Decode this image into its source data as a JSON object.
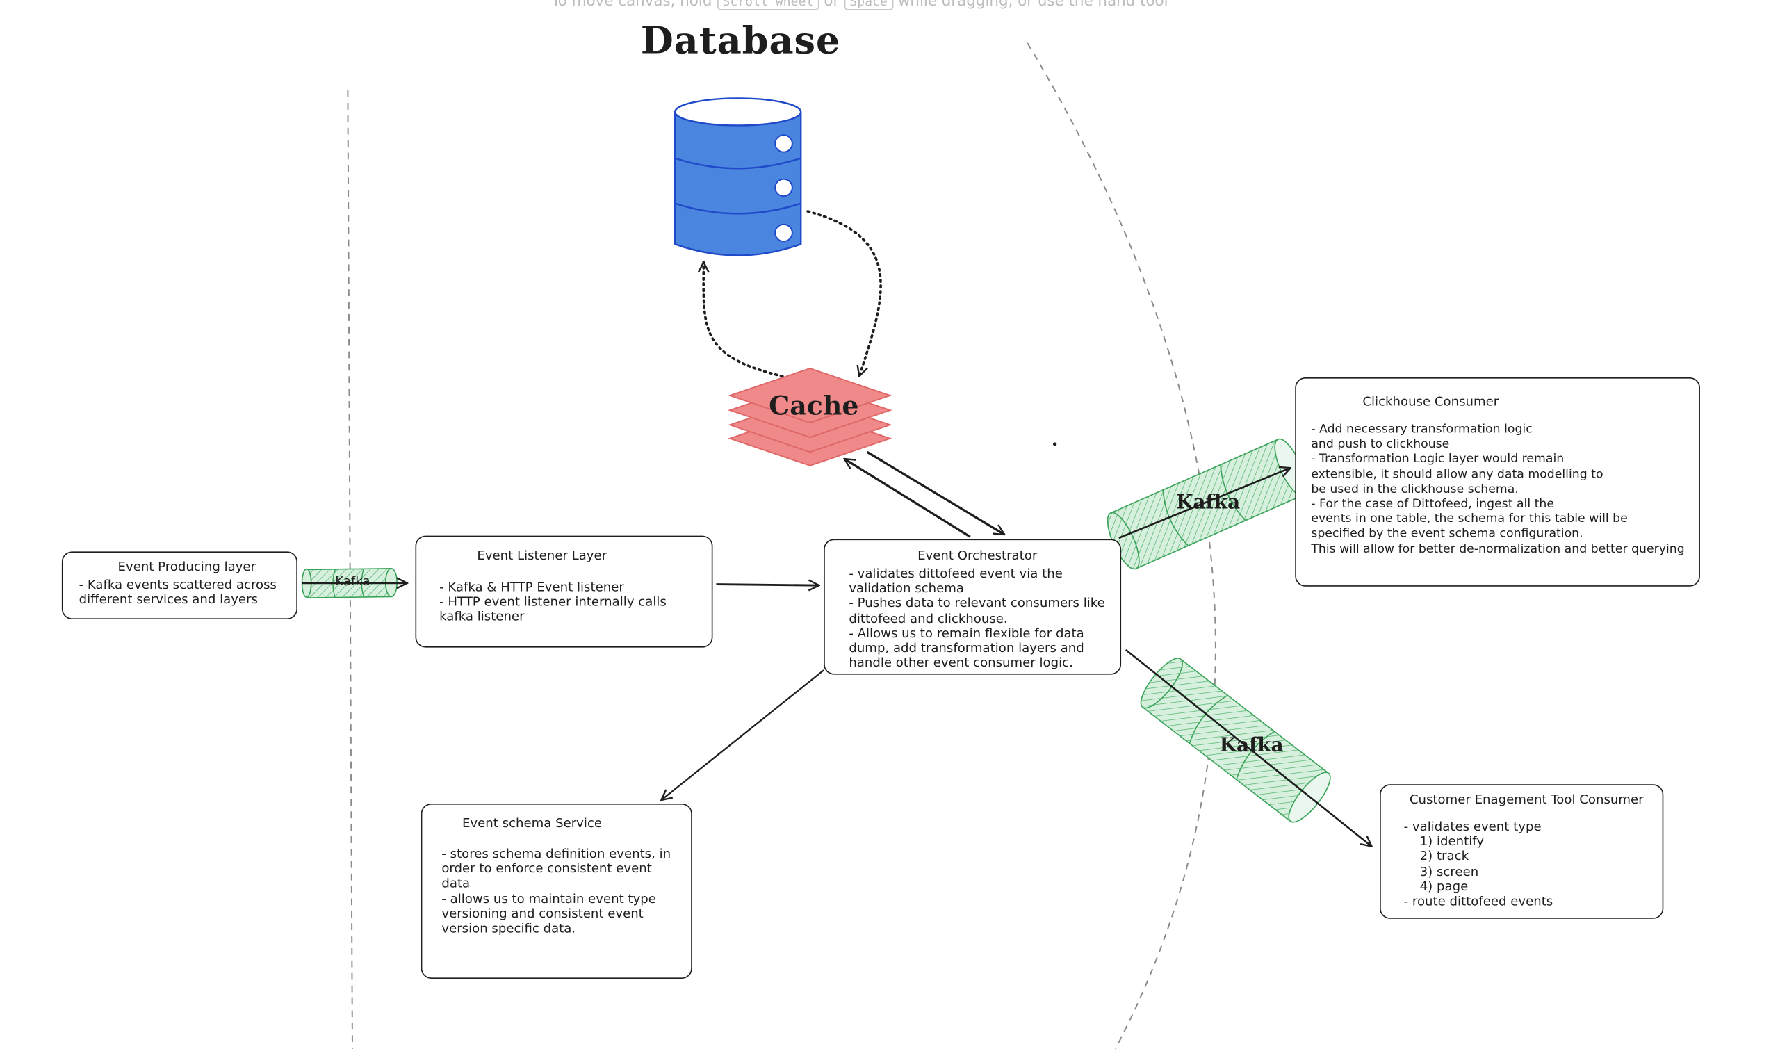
{
  "canvas_hint": {
    "prefix": "To move canvas, hold",
    "key1": "Scroll wheel",
    "or": "or",
    "key2": "Space",
    "suffix": "while dragging, or use the hand tool"
  },
  "diagram": {
    "database_title": "Database",
    "cache_label": "Cache",
    "kafka_labels": {
      "small": "Kafka",
      "upper": "Kafka",
      "lower": "Kafka"
    },
    "boxes": {
      "event_producing": {
        "title": "Event Producing layer",
        "body": "- Kafka events scattered across\ndifferent services and layers"
      },
      "event_listener": {
        "title": "Event Listener Layer",
        "body": "- Kafka & HTTP Event listener\n- HTTP event listener internally calls\nkafka listener"
      },
      "event_orchestrator": {
        "title": "Event Orchestrator",
        "body": "- validates dittofeed event via the\nvalidation schema\n- Pushes data to relevant consumers like\ndittofeed and clickhouse.\n- Allows us to remain flexible for data\ndump, add transformation layers and\nhandle other event consumer logic."
      },
      "event_schema": {
        "title": "Event schema Service",
        "body": "- stores schema definition events, in\norder to enforce consistent event\ndata\n- allows us to maintain event type\nversioning and consistent event\nversion specific data."
      },
      "clickhouse_consumer": {
        "title": "Clickhouse Consumer",
        "body": "- Add necessary transformation logic\nand push to clickhouse\n- Transformation Logic layer would remain\nextensible, it should allow any data modelling to\nbe used in the clickhouse schema.\n- For the case of Dittofeed, ingest all the\nevents in one table, the schema for this table will be\nspecified by the event schema configuration.\nThis will allow for better de-normalization and better querying"
      },
      "customer_engagement": {
        "title": "Customer Enagement Tool Consumer",
        "body": "- validates event type\n    1) identify\n    2) track\n    3) screen\n    4) page\n- route dittofeed events"
      }
    },
    "colors": {
      "database_fill": "#4a86e0",
      "database_stroke": "#1f49c9",
      "cache_fill": "#f08a8a",
      "cache_stroke": "#e06767",
      "kafka_fill": "#b9e3c4",
      "kafka_stroke": "#3aa35a",
      "line": "#1e1e1e",
      "divider": "#8a8a8a"
    }
  }
}
